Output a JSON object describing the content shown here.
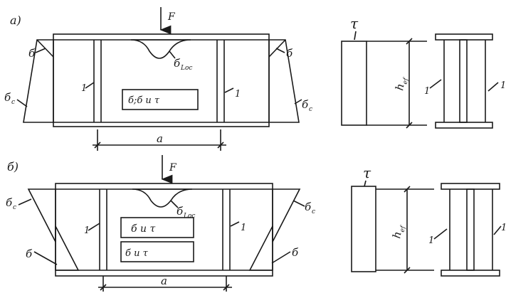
{
  "panel_a": {
    "label": "a)",
    "force": "F",
    "sigma_left": "б",
    "sigma_right": "б",
    "sigma_c_left": "б",
    "sigma_c_right": "б",
    "sigma_loc": "б",
    "stiffener_left": "1",
    "stiffener_right": "1",
    "box_text": "б;б  u τ",
    "spacing": "a",
    "tau": "τ",
    "hef": "h",
    "section_stiffener_left": "1",
    "section_stiffener_right": "1"
  },
  "panel_b": {
    "label": "б)",
    "force": "F",
    "sigma_c_left": "б",
    "sigma_c_right": "б",
    "sigma_left": "б",
    "sigma_right": "б",
    "sigma_loc": "б",
    "stiffener_left": "1",
    "stiffener_right": "1",
    "box1_text": "б u τ",
    "box2_text": "б  u τ",
    "spacing": "a",
    "tau": "τ",
    "hef": "h",
    "section_stiffener_left": "1",
    "section_stiffener_right": "1"
  },
  "subscripts": {
    "loc": "Loc",
    "c": "c",
    "ef": "ef"
  }
}
